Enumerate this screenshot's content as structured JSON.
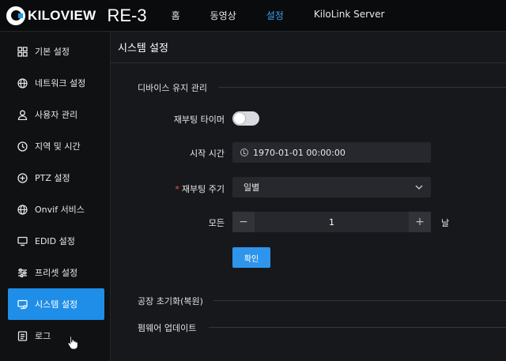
{
  "header": {
    "logo_text": "KILOVIEW",
    "product": "RE-3",
    "nav": [
      "홈",
      "동영상",
      "설정",
      "KiloLink Server"
    ],
    "active_nav": "설정"
  },
  "sidebar": {
    "items": [
      {
        "label": "기본 설정",
        "icon": "grid-icon"
      },
      {
        "label": "네트워크 설정",
        "icon": "globe-icon"
      },
      {
        "label": "사용자 관리",
        "icon": "user-icon"
      },
      {
        "label": "지역 및 시간",
        "icon": "clock-icon"
      },
      {
        "label": "PTZ 설정",
        "icon": "ptz-icon"
      },
      {
        "label": "Onvif 서비스",
        "icon": "globe-icon"
      },
      {
        "label": "EDID 설정",
        "icon": "monitor-icon"
      },
      {
        "label": "프리셋 설정",
        "icon": "sliders-icon"
      },
      {
        "label": "시스템 설정",
        "icon": "settings-screen-icon"
      },
      {
        "label": "로그",
        "icon": "log-icon"
      }
    ],
    "active": "시스템 설정"
  },
  "main": {
    "title": "시스템 설정",
    "device_section": "디바이스 유지 관리",
    "reboot_timer_label": "재부팅 타이머",
    "reboot_timer_enabled": true,
    "start_time_label": "시작 시간",
    "start_time_value": "1970-01-01 00:00:00",
    "cycle_label": "재부팅 주기",
    "cycle_value": "일별",
    "every_label": "모든",
    "every_value": "1",
    "every_unit": "날",
    "confirm_label": "확인",
    "factory_reset_section": "공장 초기화(복원)",
    "firmware_section": "펌웨어 업데이트"
  },
  "colors": {
    "accent": "#2f95ec",
    "active_nav": "#3aa3f5",
    "background": "#17181c",
    "sidebar": "#101113",
    "required": "#f0534d"
  }
}
